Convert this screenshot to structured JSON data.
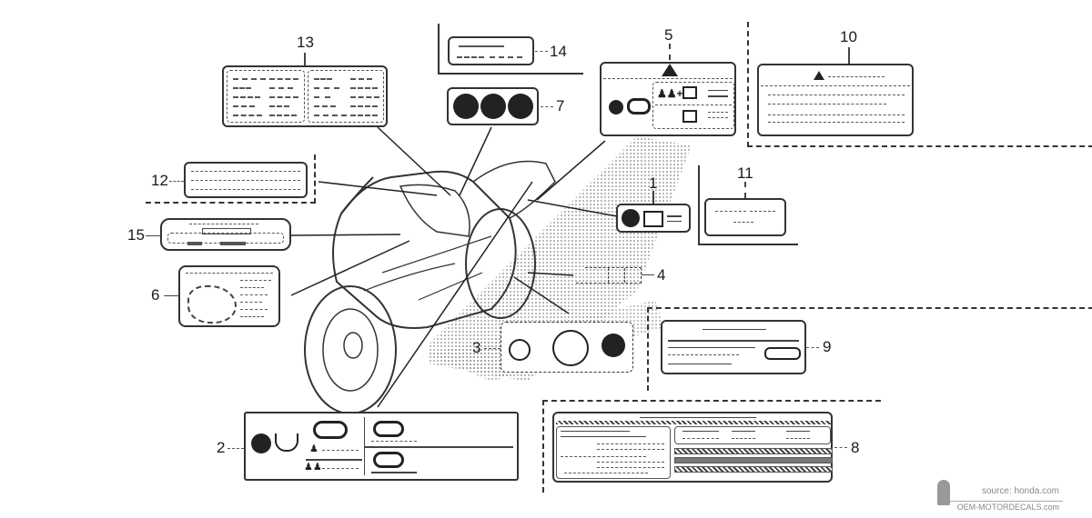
{
  "diagram": {
    "title": "Caution label parts diagram",
    "callouts": [
      {
        "number": "1",
        "part": "label-1"
      },
      {
        "number": "2",
        "part": "label-2"
      },
      {
        "number": "3",
        "part": "label-3"
      },
      {
        "number": "4",
        "part": "label-4"
      },
      {
        "number": "5",
        "part": "label-5"
      },
      {
        "number": "6",
        "part": "label-6"
      },
      {
        "number": "7",
        "part": "label-7"
      },
      {
        "number": "8",
        "part": "label-8"
      },
      {
        "number": "9",
        "part": "label-9"
      },
      {
        "number": "10",
        "part": "label-10"
      },
      {
        "number": "11",
        "part": "label-11"
      },
      {
        "number": "12",
        "part": "label-12"
      },
      {
        "number": "13",
        "part": "label-13"
      },
      {
        "number": "14",
        "part": "label-14"
      },
      {
        "number": "15",
        "part": "label-15"
      }
    ],
    "label_icons": {
      "label5": [
        "warning-triangle-icon",
        "manual-icon",
        "motorcycle-icon",
        "riders-icon",
        "luggage-icon"
      ],
      "label7": [
        "manual-icon",
        "dot-icon",
        "fuel-icon"
      ],
      "label1": [
        "manual-icon",
        "luggage-icon"
      ],
      "label2": [
        "manual-icon",
        "tire-pressure-icon",
        "motorcycle-icon",
        "rider-icon",
        "riders-icon"
      ],
      "label3": [
        "chain-slack-icon",
        "manual-icon"
      ],
      "label9": [
        "key-icon"
      ],
      "label10": [
        "warning-triangle-icon"
      ]
    }
  },
  "footer": {
    "source": "source: honda.com",
    "watermark": "OEM-MOTORDECALS.com"
  },
  "colors": {
    "line": "#333333",
    "dither": "#b0b0b0",
    "watermark": "#888888"
  }
}
